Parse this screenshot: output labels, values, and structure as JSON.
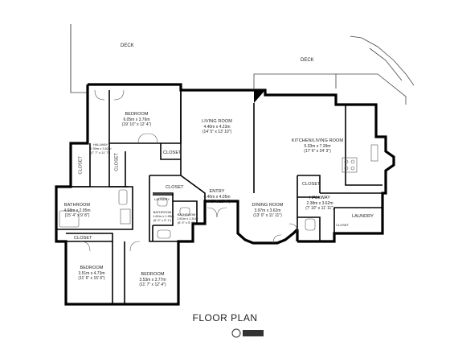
{
  "title": "FLOOR PLAN",
  "rooms": {
    "deck_left": {
      "name": "DECK"
    },
    "deck_right": {
      "name": "DECK"
    },
    "bedroom_main": {
      "name": "BEDROOM",
      "dims_m": "6.05m x 3.76m",
      "dims_ft": "(19' 10\" x 12' 4\")"
    },
    "living": {
      "name": "LIVING ROOM",
      "dims_m": "4.40m x 4.23m",
      "dims_ft": "(14' 5\" x 13' 10\")"
    },
    "kitchen": {
      "name": "KITCHEN/LIVING ROOM",
      "dims_m": "5.33m x 7.39m",
      "dims_ft": "(17' 6\" x 24' 3\")"
    },
    "hallway_left": {
      "name": "HALLWAY",
      "dims_m": "2.39m x 3.52m",
      "dims_ft": "(7' 7\" x 11' 7\")"
    },
    "closet_a": {
      "name": "CLOSET"
    },
    "closet_b": {
      "name": "CLOSET"
    },
    "closet_c": {
      "name": "CLOSET"
    },
    "closet_d": {
      "name": "CLOSET"
    },
    "closet_e": {
      "name": "CLOSET"
    },
    "closet_f": {
      "name": "CLOSET"
    },
    "bathroom_left": {
      "name": "BATHROOM",
      "dims_m": "4.68m x 2.95m",
      "dims_ft": "(15' 4\" x 9' 8\")"
    },
    "bath_small_1": {
      "name": "BATHROOM",
      "dims_m": "1.82m x 1.55m",
      "dims_ft": "(6' 0\" x 5' 1\")"
    },
    "bath_small_2": {
      "name": "BATHROOM",
      "dims_m": "1.82m x 1.51m",
      "dims_ft": "(6' 0\" x 5' 0\")"
    },
    "laundry_small": {
      "name": "LAUNDRY"
    },
    "entry": {
      "name": "ENTRY",
      "dims_m": "4.40m x 4.05m",
      "dims_ft": "(14' 5\" x 13' 4\")"
    },
    "dining": {
      "name": "DINING ROOM",
      "dims_m": "3.97m x 3.62m",
      "dims_ft": "(13' 0\" x 11' 11\")"
    },
    "hallway_right": {
      "name": "HALLWAY",
      "dims_m": "2.38m x 3.62m",
      "dims_ft": "(7' 10\" x 11' 11\")"
    },
    "laundry": {
      "name": "LAUNDRY"
    },
    "closet_laundry": {
      "name": "CLOSET"
    },
    "bedroom_left": {
      "name": "BEDROOM",
      "dims_m": "3.51m x 4.73m",
      "dims_ft": "(11' 6\" x 15' 6\")"
    },
    "bedroom_mid": {
      "name": "BEDROOM",
      "dims_m": "3.53m x 3.77m",
      "dims_ft": "(11' 7\" x 12' 4\")"
    }
  }
}
